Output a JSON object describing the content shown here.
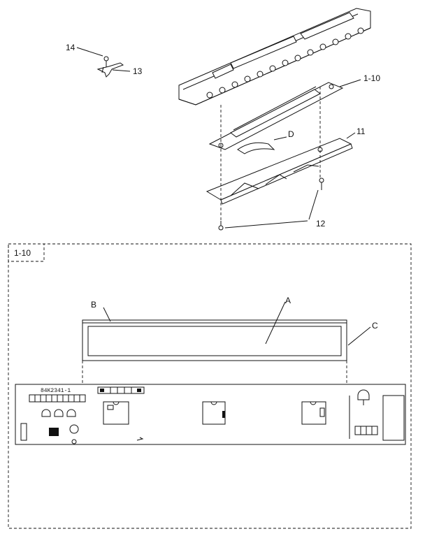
{
  "callouts": {
    "c14": "14",
    "c13": "13",
    "c1_10": "1-10",
    "cD": "D",
    "c11": "11",
    "c12": "12",
    "cA": "A",
    "cB": "B",
    "cC": "C"
  },
  "detail_box": {
    "tag": "1-10"
  },
  "pcb": {
    "code": "84K2341-1"
  },
  "colors": {
    "ink": "#111111",
    "paper": "#ffffff"
  }
}
